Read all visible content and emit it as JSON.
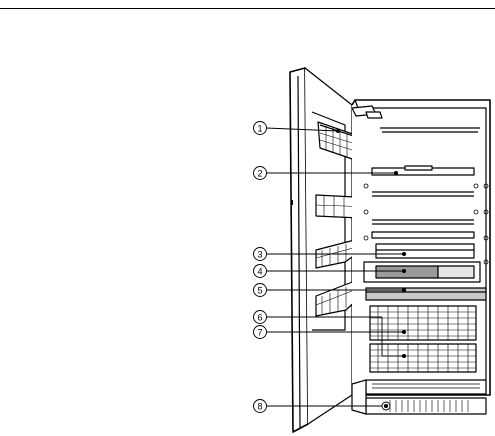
{
  "callouts": [
    {
      "num": "1"
    },
    {
      "num": "2"
    },
    {
      "num": "3"
    },
    {
      "num": "4"
    },
    {
      "num": "5"
    },
    {
      "num": "6"
    },
    {
      "num": "7"
    },
    {
      "num": "8"
    }
  ],
  "colors": {
    "line": "#000000",
    "shade": "#9a9a9a",
    "light_shade": "#d9d9d9",
    "background": "#ffffff"
  }
}
